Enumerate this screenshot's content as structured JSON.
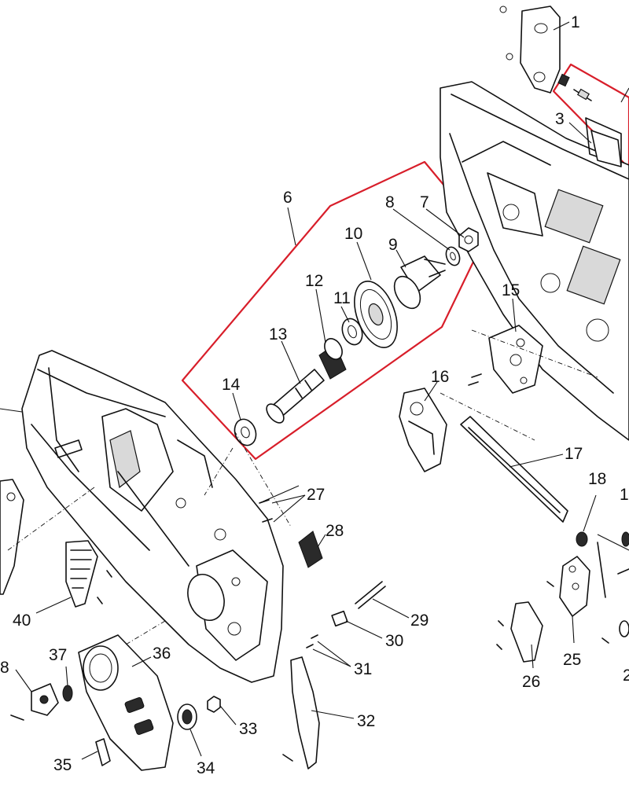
{
  "callouts": [
    {
      "id": "c1",
      "label": "1"
    },
    {
      "id": "c3",
      "label": "3"
    },
    {
      "id": "c6",
      "label": "6"
    },
    {
      "id": "c7",
      "label": "7"
    },
    {
      "id": "c8",
      "label": "8"
    },
    {
      "id": "c9",
      "label": "9"
    },
    {
      "id": "c10",
      "label": "10"
    },
    {
      "id": "c11",
      "label": "11"
    },
    {
      "id": "c12",
      "label": "12"
    },
    {
      "id": "c13",
      "label": "13"
    },
    {
      "id": "c14",
      "label": "14"
    },
    {
      "id": "c15",
      "label": "15"
    },
    {
      "id": "c16",
      "label": "16"
    },
    {
      "id": "c17",
      "label": "17"
    },
    {
      "id": "c18",
      "label": "18"
    },
    {
      "id": "c19",
      "label": "1"
    },
    {
      "id": "c25",
      "label": "25"
    },
    {
      "id": "c26",
      "label": "26"
    },
    {
      "id": "c27",
      "label": "27"
    },
    {
      "id": "c28",
      "label": "28"
    },
    {
      "id": "c29",
      "label": "29"
    },
    {
      "id": "c30",
      "label": "30"
    },
    {
      "id": "c31",
      "label": "31"
    },
    {
      "id": "c32",
      "label": "32"
    },
    {
      "id": "c33",
      "label": "33"
    },
    {
      "id": "c34",
      "label": "34"
    },
    {
      "id": "c35",
      "label": "35"
    },
    {
      "id": "c36",
      "label": "36"
    },
    {
      "id": "c37",
      "label": "37"
    },
    {
      "id": "c38",
      "label": "8"
    },
    {
      "id": "c40",
      "label": "40"
    },
    {
      "id": "c2x",
      "label": "2"
    }
  ],
  "colors": {
    "line": "#111111",
    "group_outline": "#d81e2a",
    "background": "#ffffff"
  }
}
